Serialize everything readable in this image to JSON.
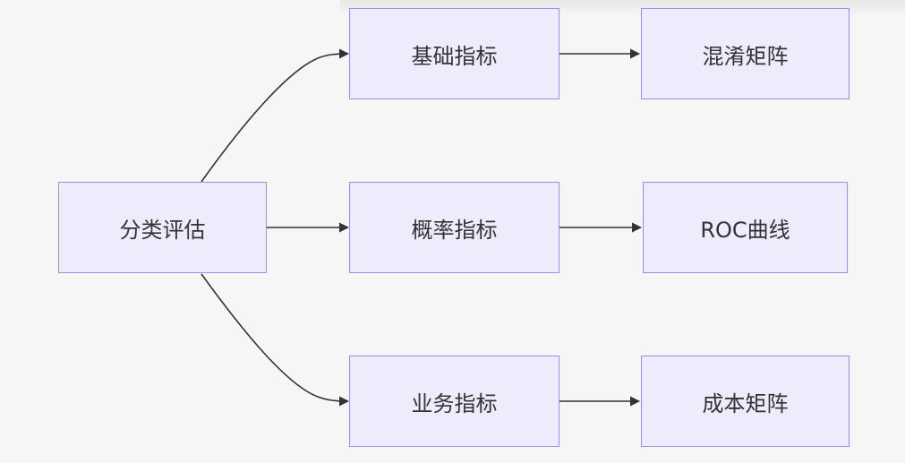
{
  "diagram": {
    "nodes": {
      "root": {
        "label": "分类评估"
      },
      "basic": {
        "label": "基础指标"
      },
      "prob": {
        "label": "概率指标"
      },
      "biz": {
        "label": "业务指标"
      },
      "confusion": {
        "label": "混淆矩阵"
      },
      "roc": {
        "label": "ROC曲线"
      },
      "cost": {
        "label": "成本矩阵"
      }
    },
    "edges": [
      {
        "from": "root",
        "to": "basic"
      },
      {
        "from": "root",
        "to": "prob"
      },
      {
        "from": "root",
        "to": "biz"
      },
      {
        "from": "basic",
        "to": "confusion"
      },
      {
        "from": "prob",
        "to": "roc"
      },
      {
        "from": "biz",
        "to": "cost"
      }
    ],
    "colors": {
      "node_fill": "#ececfd",
      "node_border": "#9a8fe0",
      "edge": "#333333",
      "background": "#f6f6f6"
    }
  }
}
